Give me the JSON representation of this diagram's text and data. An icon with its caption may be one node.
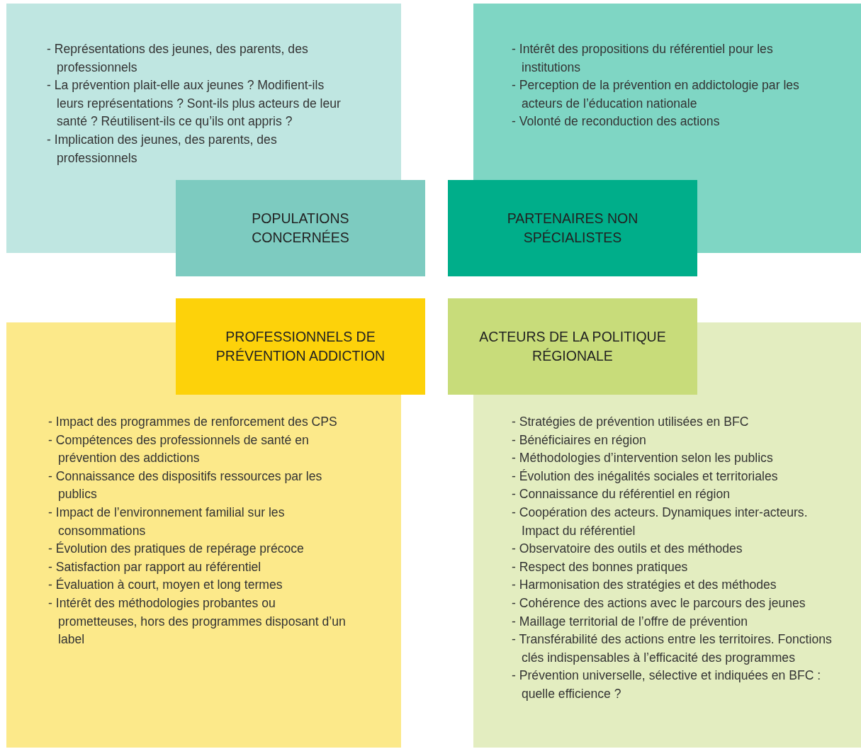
{
  "diagram": {
    "nodes": [
      {
        "text": [
          "- Représentations des jeunes, des parents, des professionnels",
          "- La prévention plait-elle aux jeunes ? Modifient-ils leurs représentations ? Sont-ils plus acteurs de leur santé ? Réutilisent-ils ce qu’ils ont appris ?",
          "- Implication des jeunes, des parents, des professionnels"
        ]
      },
      {
        "text": [
          "- Intérêt des propositions du référentiel pour les institutions",
          "- Perception de la prévention en addictologie par les acteurs de l’éducation nationale",
          "- Volonté de reconduction des actions"
        ]
      },
      {
        "text": [
          "POPULATIONS CONCERNÉES"
        ]
      },
      {
        "text": [
          "PARTENAIRES NON SPÉCIALISTES"
        ]
      },
      {
        "text": [
          "PROFESSIONNELS DE PRÉVENTION ADDICTION"
        ]
      },
      {
        "text": [
          "ACTEURS DE LA POLITIQUE RÉGIONALE"
        ]
      },
      {
        "text": [
          "- Impact des programmes de renforcement des CPS",
          "- Compétences des professionnels de santé en prévention des addictions",
          "- Connaissance des dispositifs ressources par les publics",
          "- Impact de l’environnement familial sur les consommations",
          "- Évolution des pratiques de repérage précoce",
          "- Satisfaction par rapport au référentiel",
          "- Évaluation à court, moyen et long termes",
          "- Intérêt des méthodologies probantes ou prometteuses, hors des programmes disposant d’un label"
        ]
      },
      {
        "text": [
          "- Stratégies de prévention utilisées en BFC",
          "- Bénéficiaires en région",
          "- Méthodologies d’intervention selon les publics",
          "- Évolution des inégalités sociales et territoriales",
          "- Connaissance du référentiel en région",
          "- Coopération des acteurs. Dynamiques inter-acteurs. Impact du référentiel",
          "- Observatoire des outils et des méthodes",
          "- Respect des bonnes pratiques",
          "- Harmonisation des stratégies et des méthodes",
          "- Cohérence des actions avec le parcours des jeunes",
          "- Maillage territorial de l’offre de prévention",
          "- Transférabilité des actions entre les territoires. Fonctions clés indispensables à l’efficacité des programmes",
          "- Prévention universelle, sélective et indiquées en BFC : quelle efficience ?"
        ]
      }
    ]
  }
}
